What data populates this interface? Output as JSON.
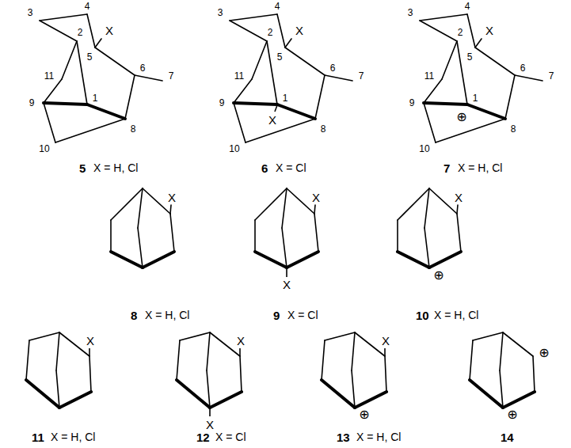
{
  "diagram": {
    "labels": [
      "3",
      "4",
      "2",
      "X",
      "5",
      "11",
      "6",
      "7",
      "9",
      "1",
      "8",
      "10",
      "3",
      "4",
      "2",
      "X",
      "5",
      "11",
      "6",
      "7",
      "9",
      "1",
      "8",
      "10",
      "X",
      "3",
      "4",
      "2",
      "X",
      "5",
      "11",
      "6",
      "7",
      "9",
      "1",
      "8",
      "10",
      "⊕",
      "5",
      "X = H, Cl",
      "6",
      "X = Cl",
      "7",
      "X = H, Cl",
      "X",
      "X",
      "X",
      "X",
      "⊕",
      "8",
      "X = H, Cl",
      "9",
      "X = Cl",
      "10",
      "X = H, Cl",
      "X",
      "X",
      "X",
      "X",
      "⊕",
      "⊕",
      "⊕",
      "11",
      "X = H, Cl",
      "12",
      "X = Cl",
      "13",
      "X = H, Cl",
      "14"
    ]
  }
}
